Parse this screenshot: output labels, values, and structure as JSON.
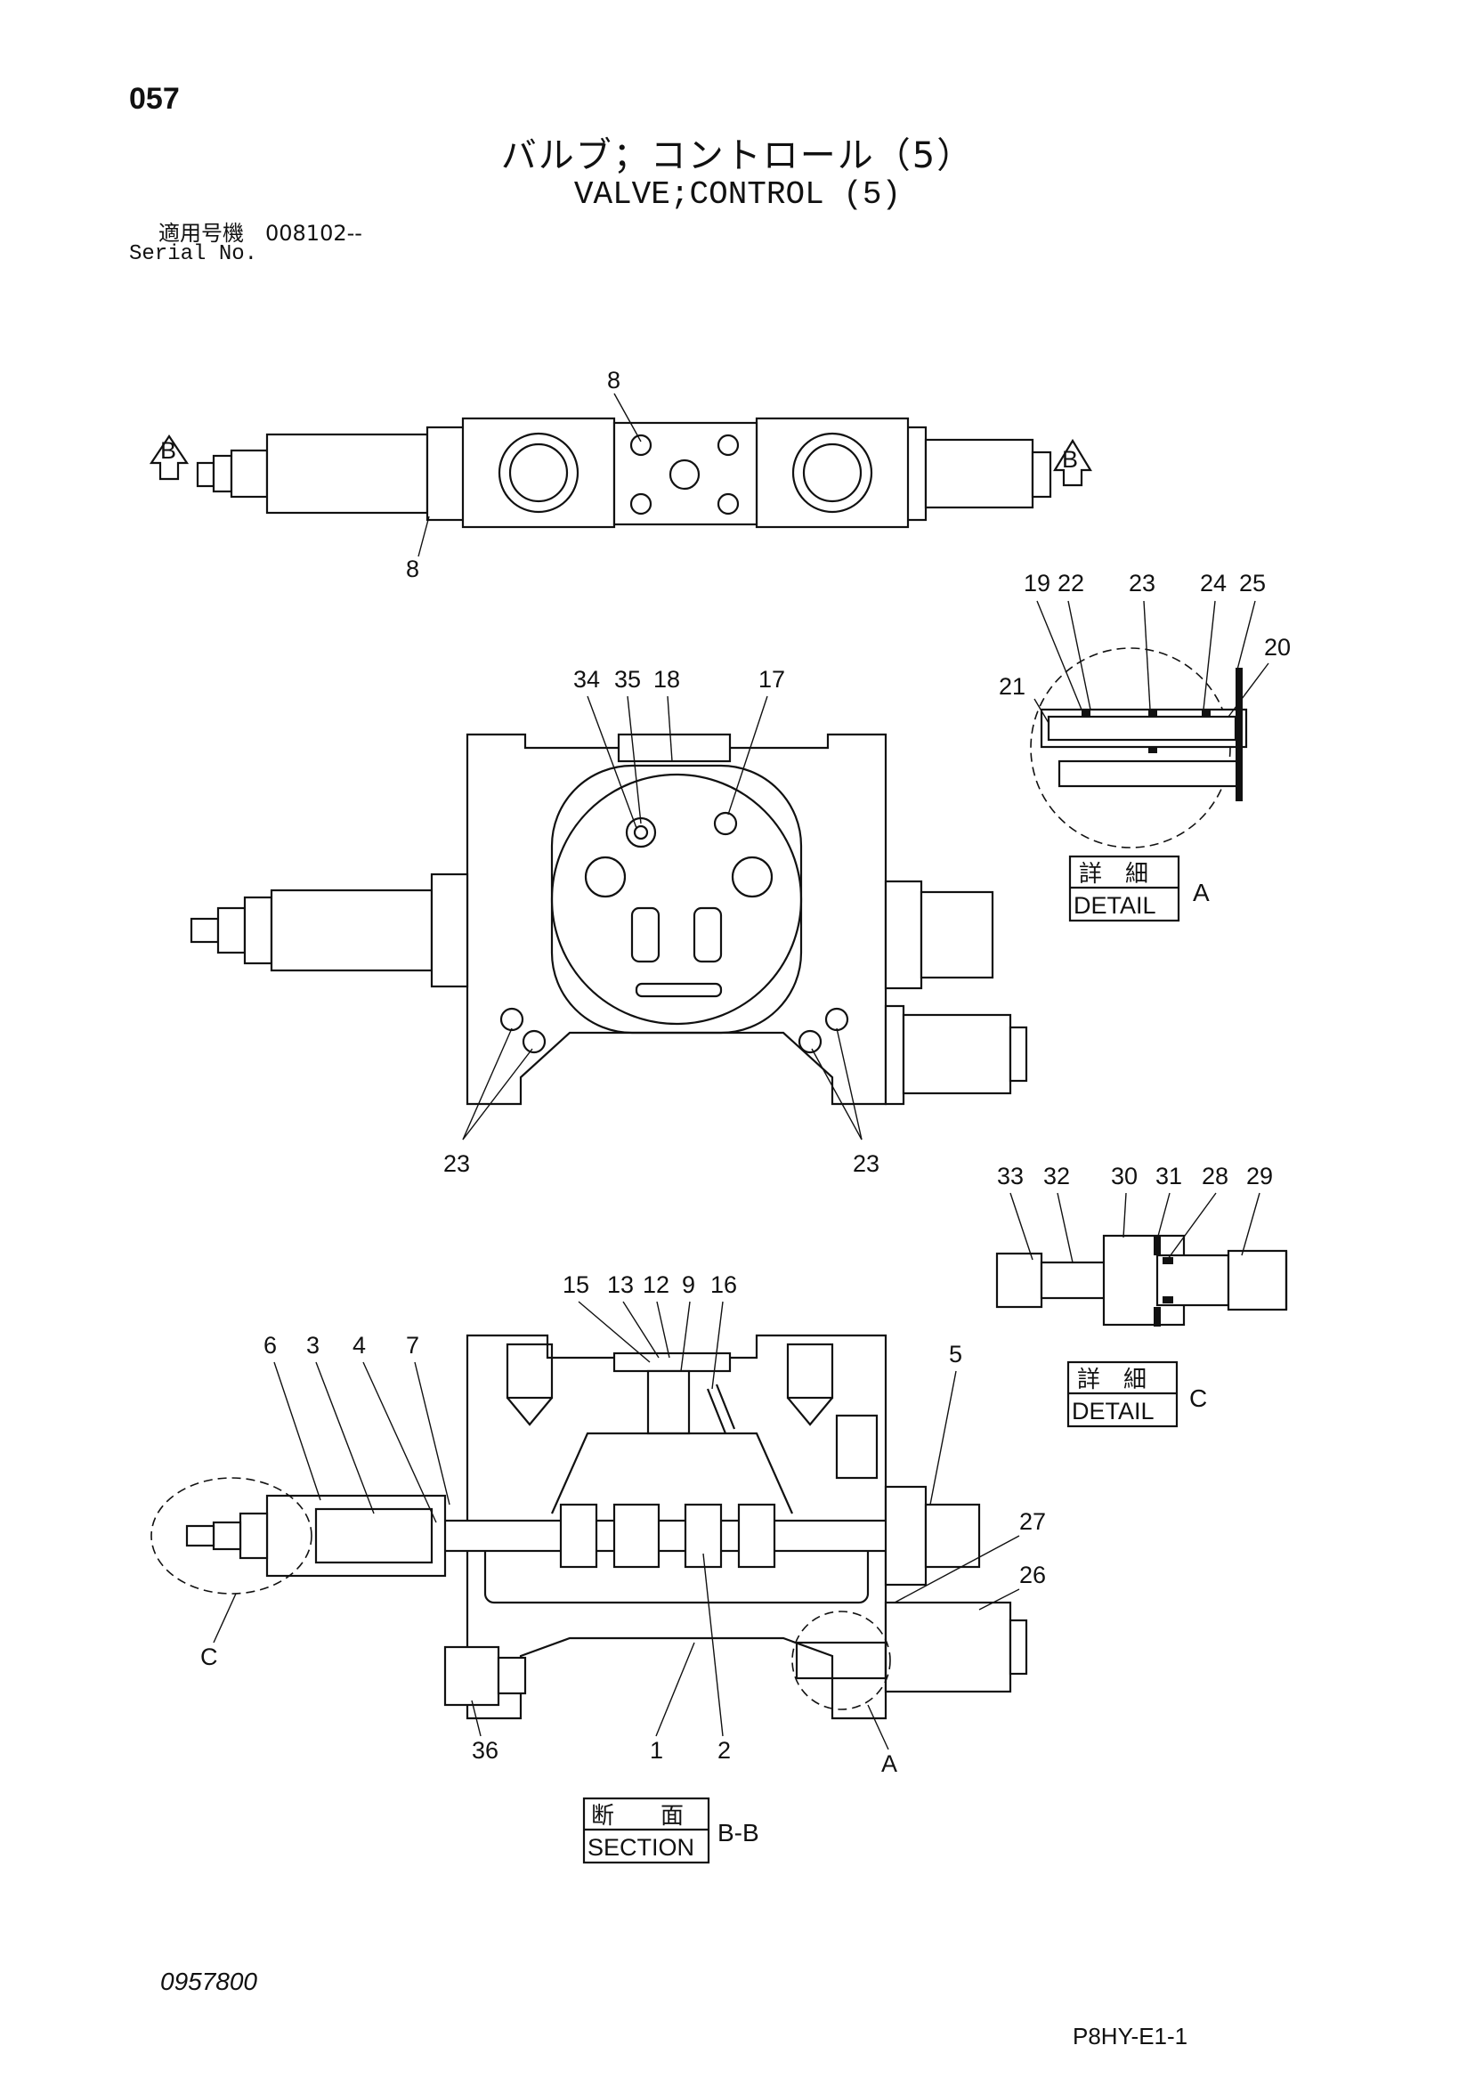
{
  "header": {
    "page_number": "057",
    "title_jp": "バルブ；コントロール（5）",
    "title_en": "VALVE;CONTROL (5)",
    "serial_label_jp": "適用号機　008102--",
    "serial_label_en": "Serial No."
  },
  "footer": {
    "doc_code": "0957800",
    "page_code": "P8HY-E1-1"
  },
  "callouts": {
    "c8a": "8",
    "c8b": "8",
    "bleft": "B",
    "bright": "B",
    "c19": "19",
    "c22": "22",
    "c23a": "23",
    "c24": "24",
    "c25": "25",
    "c20": "20",
    "c21": "21",
    "c34": "34",
    "c35": "35",
    "c18": "18",
    "c17": "17",
    "c23b": "23",
    "c23c": "23",
    "c33": "33",
    "c32": "32",
    "c30": "30",
    "c31": "31",
    "c28": "28",
    "c29": "29",
    "c15": "15",
    "c13": "13",
    "c12": "12",
    "c9": "9",
    "c16": "16",
    "c6": "6",
    "c3": "3",
    "c4": "4",
    "c7": "7",
    "c5": "5",
    "c27": "27",
    "c26": "26",
    "cC": "C",
    "c36": "36",
    "c1": "1",
    "c2": "2",
    "cA": "A"
  },
  "labels": {
    "detail_a": {
      "jp": "詳　細",
      "en": "DETAIL",
      "letter": "A"
    },
    "detail_c": {
      "jp": "詳　細",
      "en": "DETAIL",
      "letter": "C"
    },
    "section_bb": {
      "jp": "断　　面",
      "en": "SECTION",
      "letter": "B-B"
    }
  }
}
